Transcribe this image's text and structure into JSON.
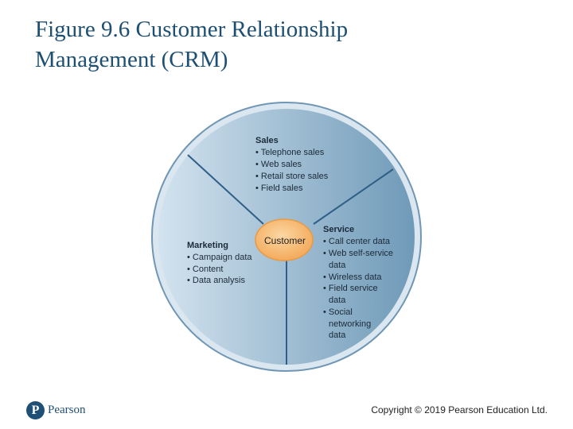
{
  "title": {
    "line1": "Figure 9.6 Customer Relationship",
    "line2": "Management (CRM)"
  },
  "diagram": {
    "center_label": "Customer",
    "sections": {
      "sales": {
        "heading": "Sales",
        "items": [
          "• Telephone sales",
          "• Web sales",
          "• Retail store sales",
          "• Field sales"
        ]
      },
      "service": {
        "heading": "Service",
        "items": [
          "• Call center data",
          "• Web self-service",
          "data",
          "• Wireless data",
          "• Field service",
          "data",
          "• Social",
          "networking",
          "data"
        ]
      },
      "marketing": {
        "heading": "Marketing",
        "items": [
          "• Campaign data",
          "• Content",
          "• Data analysis"
        ]
      }
    },
    "colors": {
      "disc_light": "#d3e3ef",
      "disc_dark": "#6f9ab8",
      "ring": "#6f96b4",
      "divider": "#2f5f86",
      "center_fill": "#f6b265",
      "center_stroke": "#e89a45"
    }
  },
  "footer": {
    "logo_mark": "P",
    "logo_word": "Pearson",
    "copyright": "Copyright © 2019 Pearson Education Ltd."
  }
}
